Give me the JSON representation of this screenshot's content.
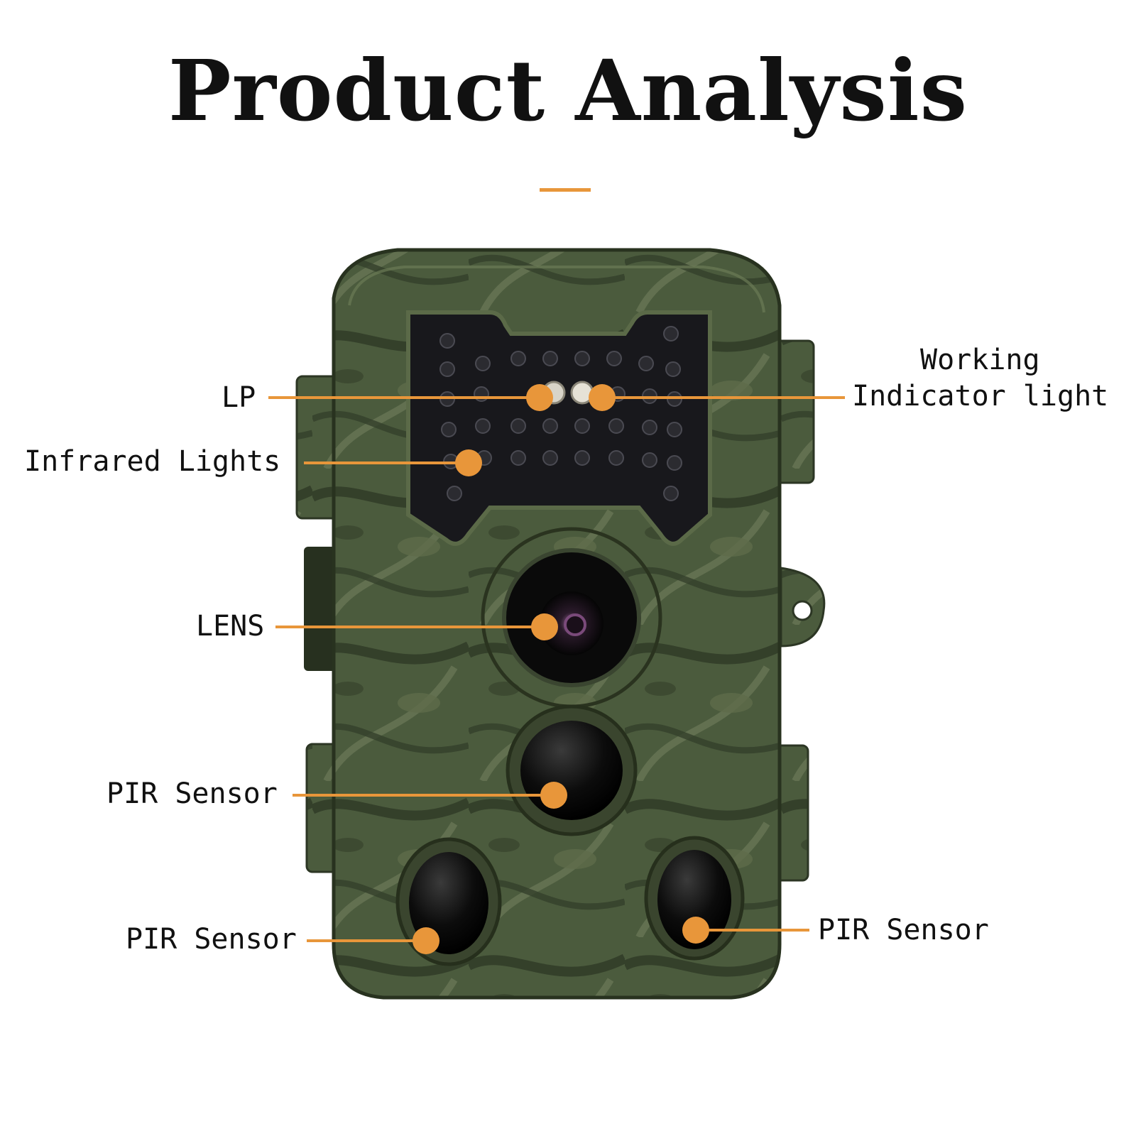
{
  "title": "Product Analysis",
  "accent_color": "#e8963a",
  "callouts": {
    "working_line1": "Working",
    "working_line2": "Indicator light",
    "lp": "LP",
    "infrared": "Infrared Lights",
    "lens": "LENS",
    "pir_center": "PIR Sensor",
    "pir_left": "PIR Sensor",
    "pir_right": "PIR Sensor"
  },
  "camera": {
    "body_color": "#4a5a3c",
    "ir_panel_color": "#1a1a1e"
  }
}
